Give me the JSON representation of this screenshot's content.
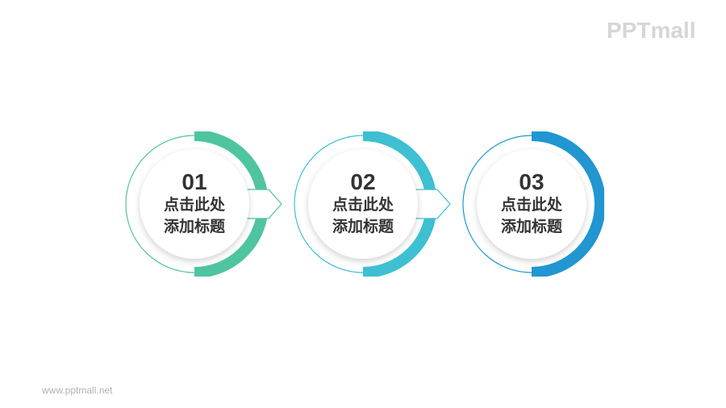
{
  "logo": "PPTmall",
  "footer": "www.pptmall.net",
  "steps": [
    {
      "number": "01",
      "line1": "点击此处",
      "line2": "添加标题",
      "color": "#4fc4a0"
    },
    {
      "number": "02",
      "line1": "点击此处",
      "line2": "添加标题",
      "color": "#3ebfd2"
    },
    {
      "number": "03",
      "line1": "点击此处",
      "line2": "添加标题",
      "color": "#2196d0"
    }
  ]
}
